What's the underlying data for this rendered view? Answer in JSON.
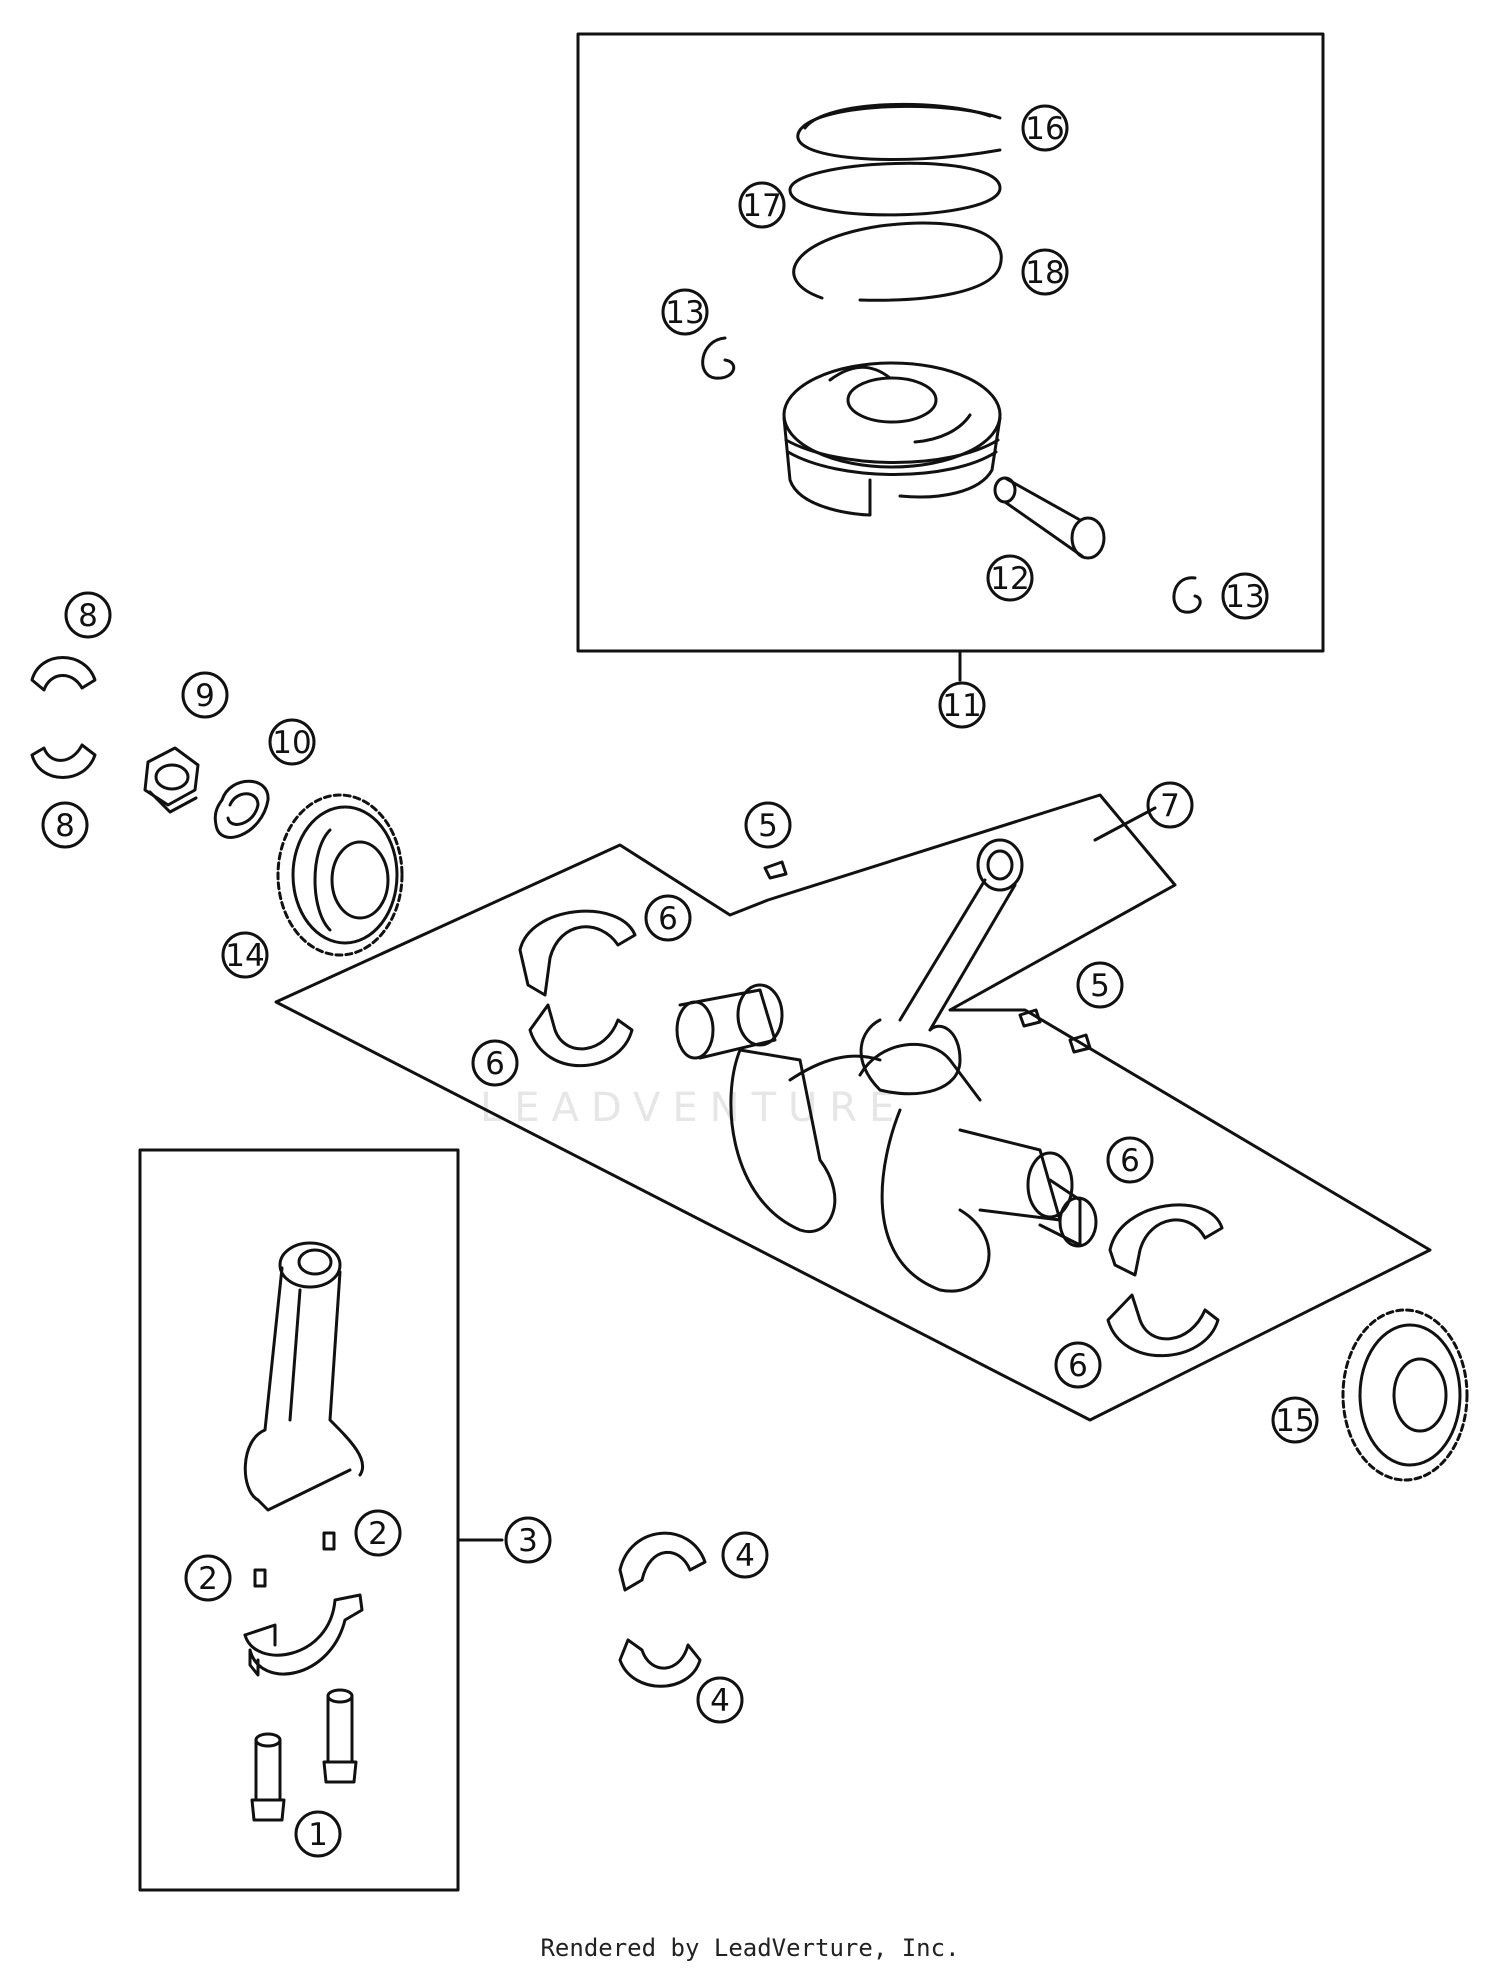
{
  "diagram": {
    "watermark": "LEADVENTURE",
    "callouts": [
      "1",
      "2",
      "2",
      "3",
      "4",
      "4",
      "5",
      "5",
      "6",
      "6",
      "6",
      "6",
      "7",
      "8",
      "8",
      "9",
      "10",
      "11",
      "12",
      "13",
      "13",
      "14",
      "15",
      "16",
      "17",
      "18"
    ],
    "groups": [
      {
        "name": "connecting-rod-kit",
        "callout": "3"
      },
      {
        "name": "piston-kit",
        "callout": "11"
      },
      {
        "name": "crankshaft-assembly",
        "callout": "7"
      }
    ]
  },
  "footer": {
    "text": "Rendered by LeadVerture, Inc."
  }
}
